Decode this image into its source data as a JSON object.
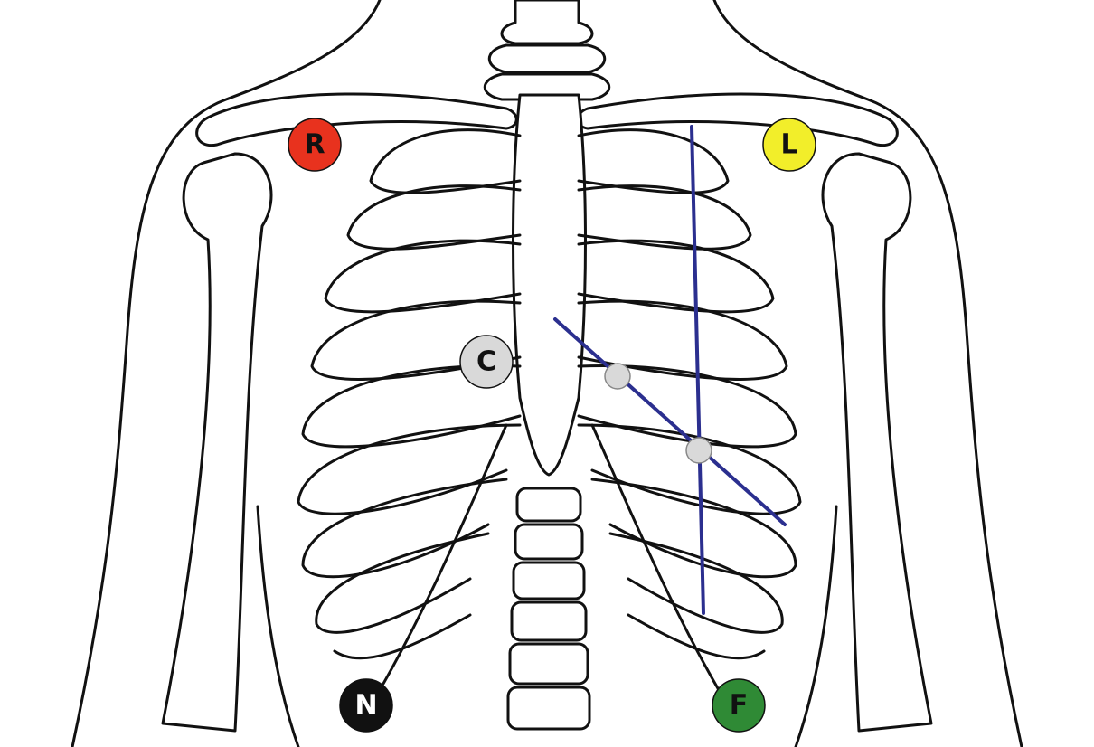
{
  "electrodes": [
    {
      "id": "R",
      "label": "R",
      "fill": "#e8321e",
      "text": "#111111",
      "size": "large"
    },
    {
      "id": "L",
      "label": "L",
      "fill": "#f2ee2a",
      "text": "#111111",
      "size": "large"
    },
    {
      "id": "C",
      "label": "C",
      "fill": "#d9d9d9",
      "text": "#111111",
      "size": "large"
    },
    {
      "id": "N",
      "label": "N",
      "fill": "#111111",
      "text": "#ffffff",
      "size": "large"
    },
    {
      "id": "F",
      "label": "F",
      "fill": "#2f8a35",
      "text": "#111111",
      "size": "large"
    },
    {
      "id": "m1",
      "label": "",
      "fill": "#d9d9d9",
      "text": "#111111",
      "size": "small"
    },
    {
      "id": "m2",
      "label": "",
      "fill": "#d9d9d9",
      "text": "#111111",
      "size": "small"
    }
  ],
  "colors": {
    "guide_line": "#2b2f8f",
    "outline": "#111111",
    "background": "#ffffff"
  }
}
